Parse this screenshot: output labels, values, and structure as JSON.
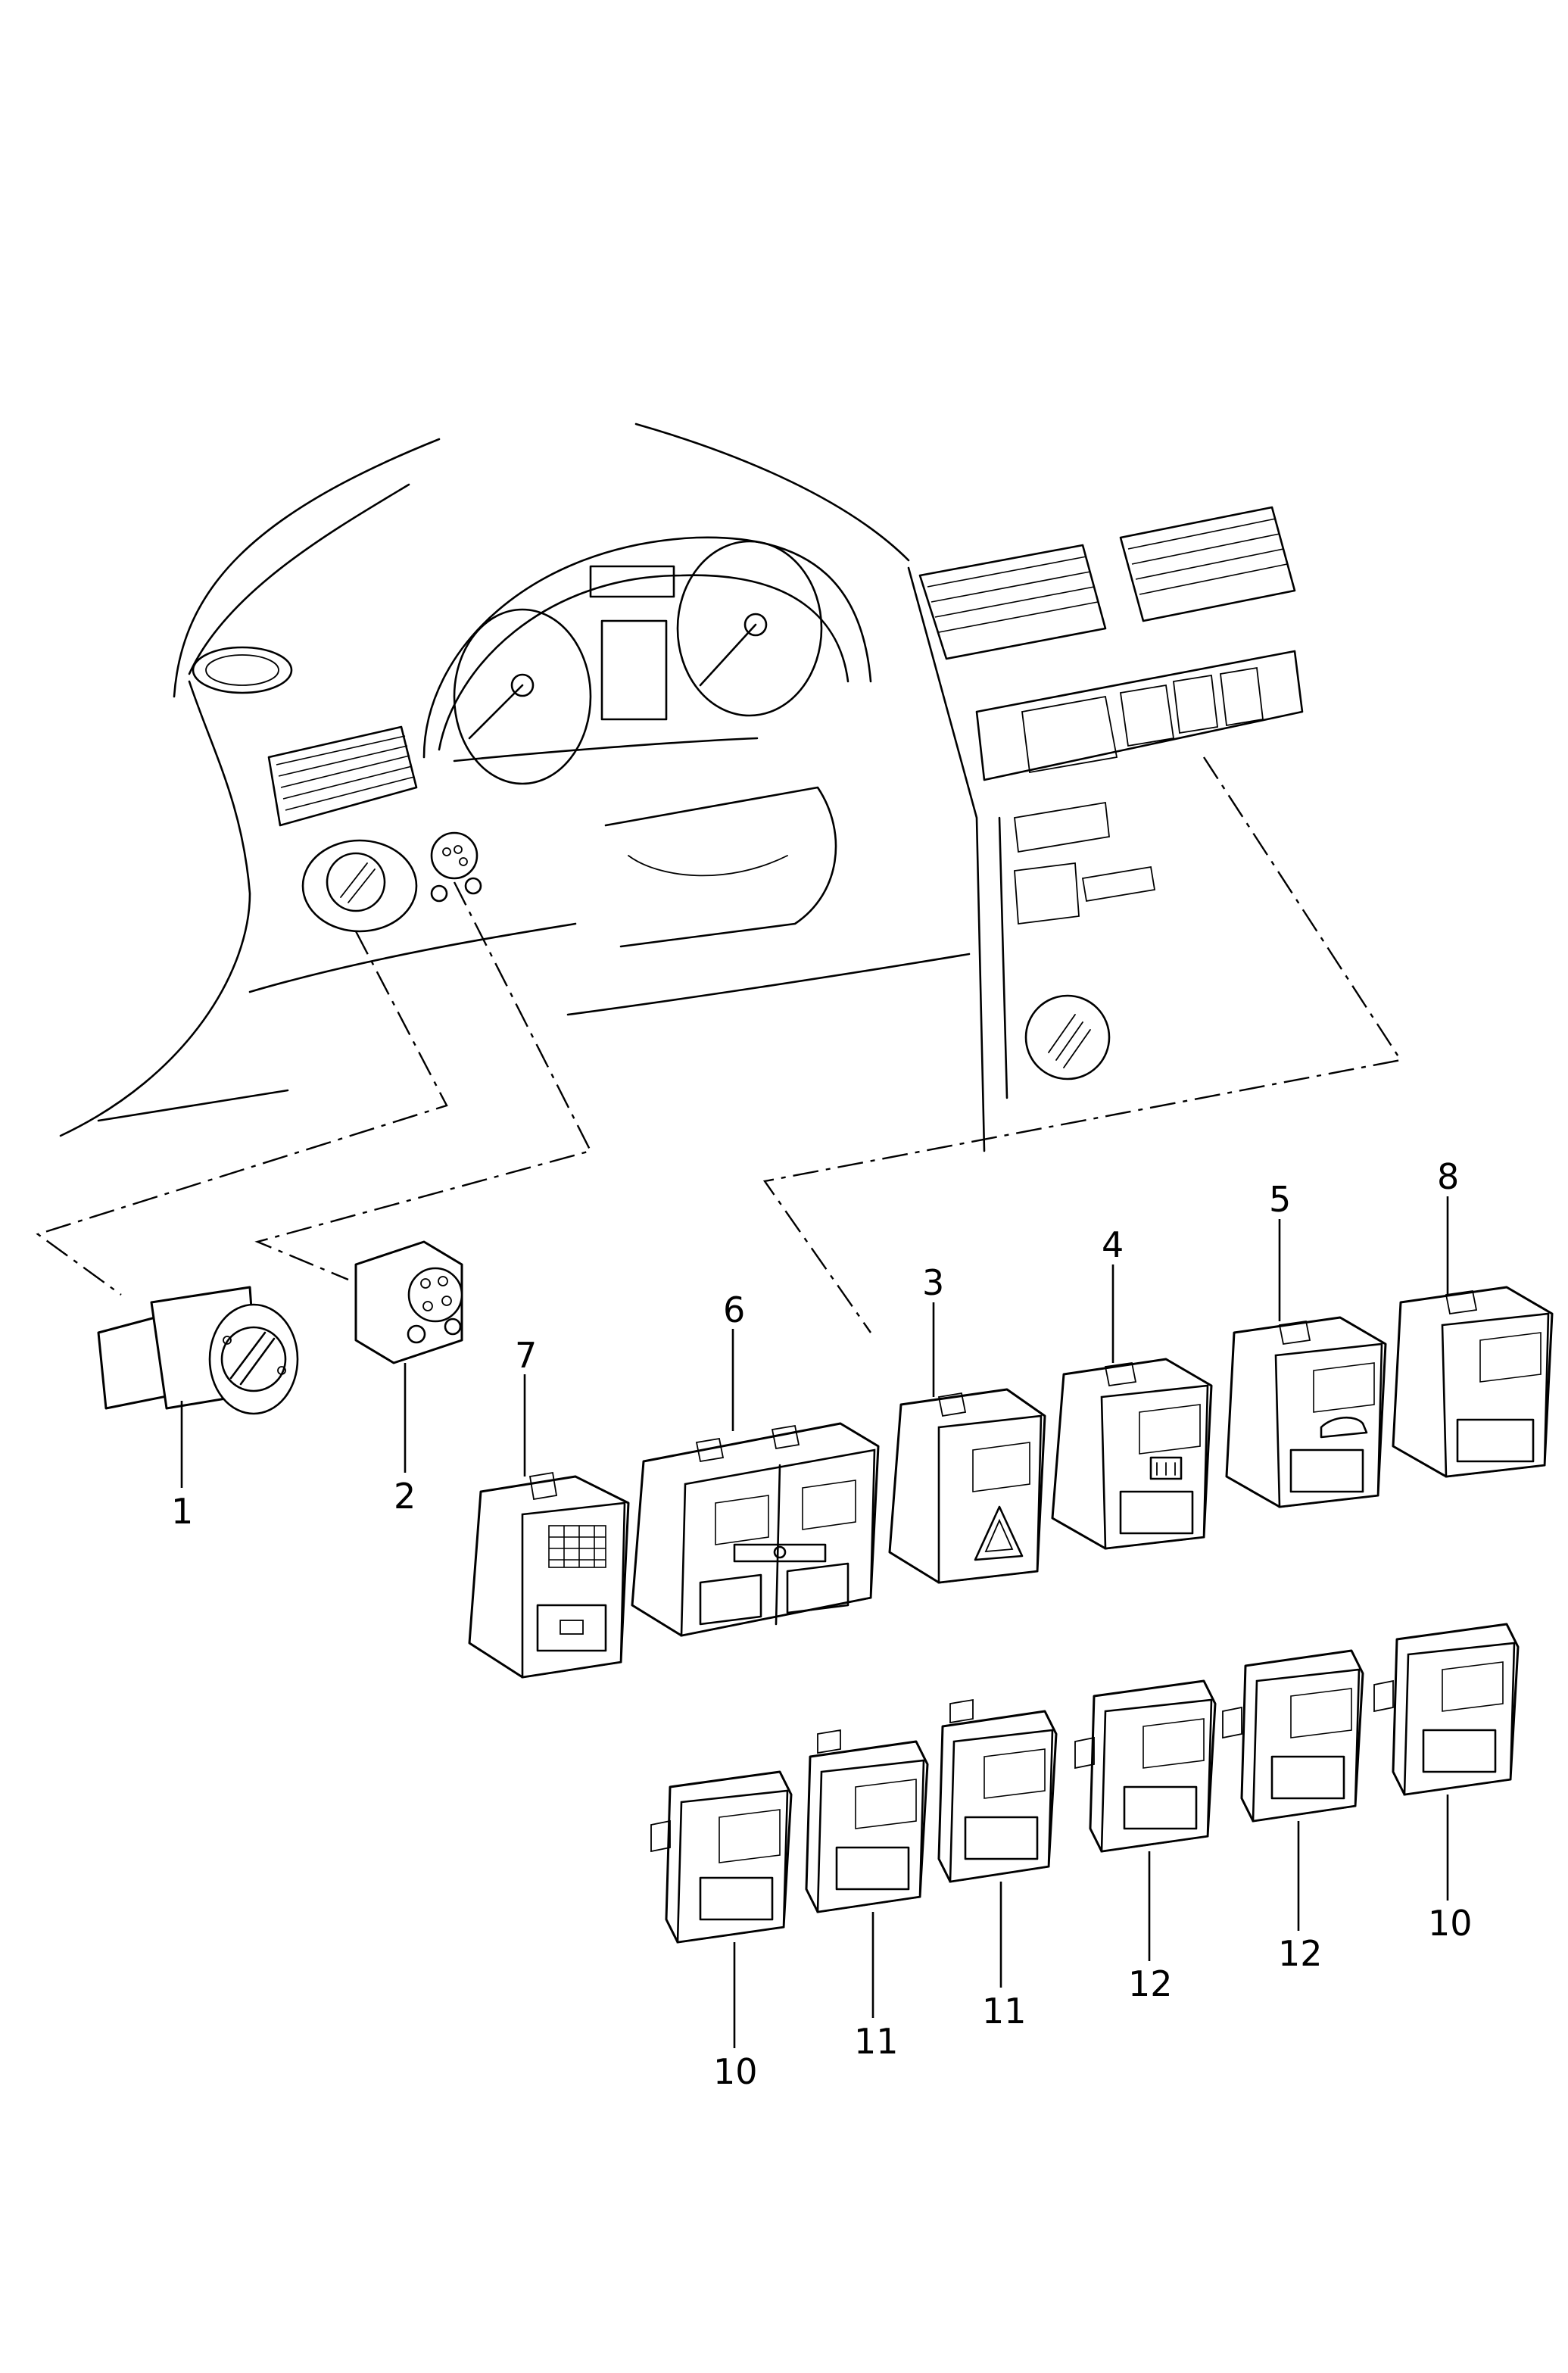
{
  "diagram": {
    "part_labels": [
      {
        "id": "1",
        "text": "1"
      },
      {
        "id": "2",
        "text": "2"
      },
      {
        "id": "7",
        "text": "7"
      },
      {
        "id": "6",
        "text": "6"
      },
      {
        "id": "3",
        "text": "3"
      },
      {
        "id": "4",
        "text": "4"
      },
      {
        "id": "5",
        "text": "5"
      },
      {
        "id": "8",
        "text": "8"
      },
      {
        "id": "10a",
        "text": "10"
      },
      {
        "id": "11a",
        "text": "11"
      },
      {
        "id": "11b",
        "text": "11"
      },
      {
        "id": "12a",
        "text": "12"
      },
      {
        "id": "12b",
        "text": "12"
      },
      {
        "id": "10b",
        "text": "10"
      }
    ],
    "icons": [
      "light-switch-icon",
      "dimmer-switch-icon",
      "hazard-triangle-icon",
      "rear-defrost-icon",
      "trunk-icon",
      "blank-switch-icon"
    ]
  }
}
